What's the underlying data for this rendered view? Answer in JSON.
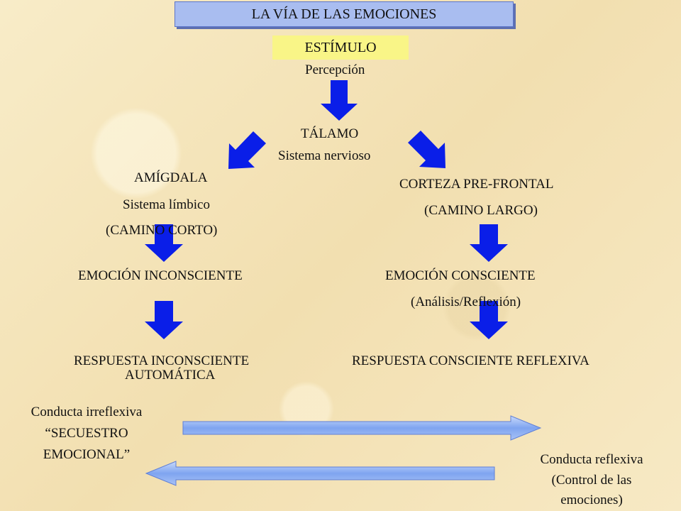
{
  "title": "LA VÍA DE LAS EMOCIONES",
  "stimulus": "ESTÍMULO",
  "perception": "Percepción",
  "thalamus": {
    "name": "TÁLAMO",
    "sub": "Sistema nervioso"
  },
  "left": {
    "amygdala": "AMÍGDALA",
    "system": "Sistema límbico",
    "path": "(CAMINO CORTO)",
    "emotion": "EMOCIÓN INCONSCIENTE",
    "response_line1": "RESPUESTA INCONSCIENTE",
    "response_line2": "AUTOMÁTICA"
  },
  "right": {
    "cortex": "CORTEZA PRE-FRONTAL",
    "path": "(CAMINO LARGO)",
    "emotion": "EMOCIÓN CONSCIENTE",
    "analysis": "(Análisis/Reflexión)",
    "response": "RESPUESTA CONSCIENTE REFLEXIVA"
  },
  "bottom_left": {
    "line1": "Conducta irreflexiva",
    "line2": "“SECUESTRO",
    "line3": "EMOCIONAL”"
  },
  "bottom_right": {
    "line1": "Conducta reflexiva",
    "line2": "(Control de las",
    "line3": "emociones)"
  },
  "colors": {
    "arrow": "#0a1ee8",
    "title_bg": "#a9bdf0",
    "stimulus_bg": "#f9f587",
    "horizontal_arrow": "#8fb0f2"
  }
}
